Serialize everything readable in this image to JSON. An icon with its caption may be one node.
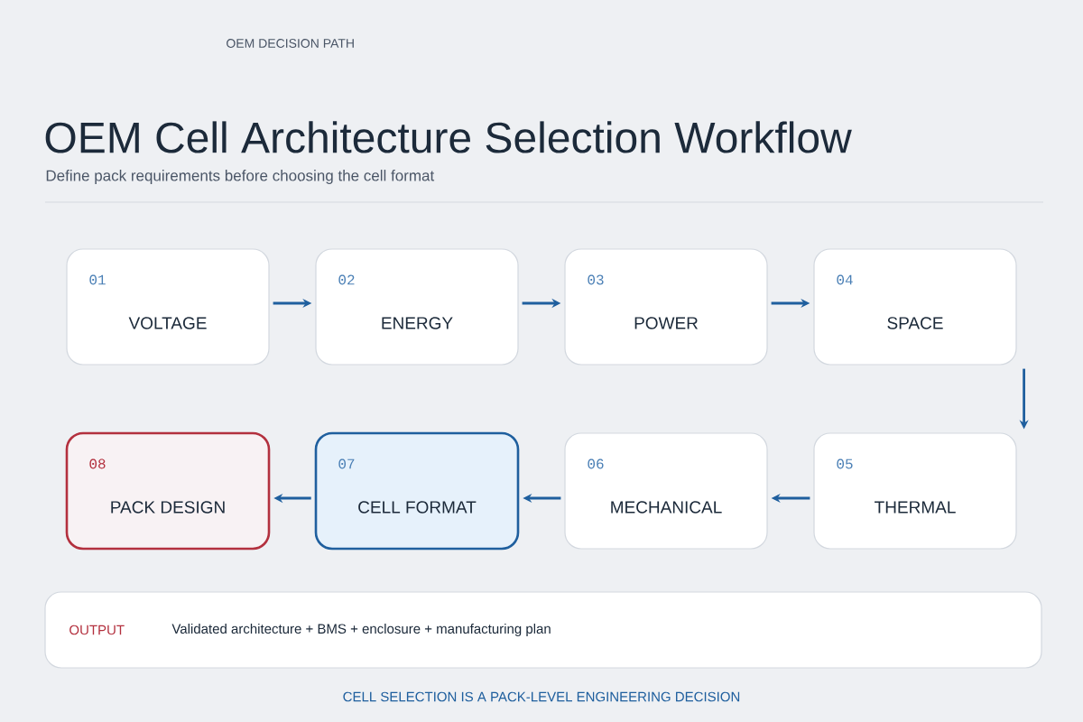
{
  "diagram": {
    "title": "OEM Cell Architecture Selection Workflow",
    "nodes": [
      {
        "text": [
          "01",
          "VOLTAGE"
        ]
      },
      {
        "text": [
          "02",
          "ENERGY"
        ]
      },
      {
        "text": [
          "03",
          "POWER"
        ]
      },
      {
        "text": [
          "04",
          "SPACE"
        ]
      },
      {
        "text": [
          "05",
          "THERMAL"
        ]
      },
      {
        "text": [
          "06",
          "MECHANICAL"
        ]
      },
      {
        "text": [
          "07",
          "CELL FORMAT"
        ]
      },
      {
        "text": [
          "08",
          "PACK DESIGN"
        ]
      },
      {
        "text": [
          "OUTPUT",
          "Validated architecture + BMS + enclosure + manufacturing plan"
        ]
      }
    ],
    "edges": [
      {
        "from": 0,
        "to": 1,
        "arrow": "to"
      },
      {
        "from": 1,
        "to": 2,
        "arrow": "to"
      },
      {
        "from": 2,
        "to": 3,
        "arrow": "to"
      },
      {
        "from": 3,
        "to": 4,
        "arrow": "to"
      },
      {
        "from": 4,
        "to": 5,
        "arrow": "to"
      },
      {
        "from": 5,
        "to": 6,
        "arrow": "to"
      },
      {
        "from": 6,
        "to": 7,
        "arrow": "to"
      }
    ],
    "labels": [
      "OEM DECISION PATH",
      "Define pack requirements before choosing the cell format",
      "CELL SELECTION IS A PACK-LEVEL ENGINEERING DECISION"
    ]
  }
}
